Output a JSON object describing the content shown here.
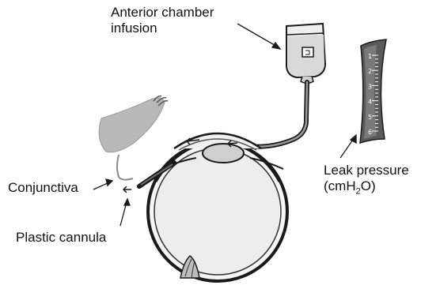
{
  "labels": {
    "anterior_line1": "Anterior chamber",
    "anterior_line2": "infusion",
    "leak_line1": "Leak pressure",
    "leak_unit_open": "(cmH",
    "leak_unit_sub": "2",
    "leak_unit_close": "O)",
    "conjunctiva": "Conjunctiva",
    "plastic_cannula": "Plastic cannula"
  },
  "ruler_ticks": [
    "1",
    "2",
    "3",
    "4",
    "5",
    "6"
  ],
  "colors": {
    "line": "#1a1a1a",
    "ruler": "#4d4d4d",
    "conjunctiva_gray": "#b8b8b8",
    "sclera": "#ececec",
    "lens": "#cfcfcf"
  }
}
